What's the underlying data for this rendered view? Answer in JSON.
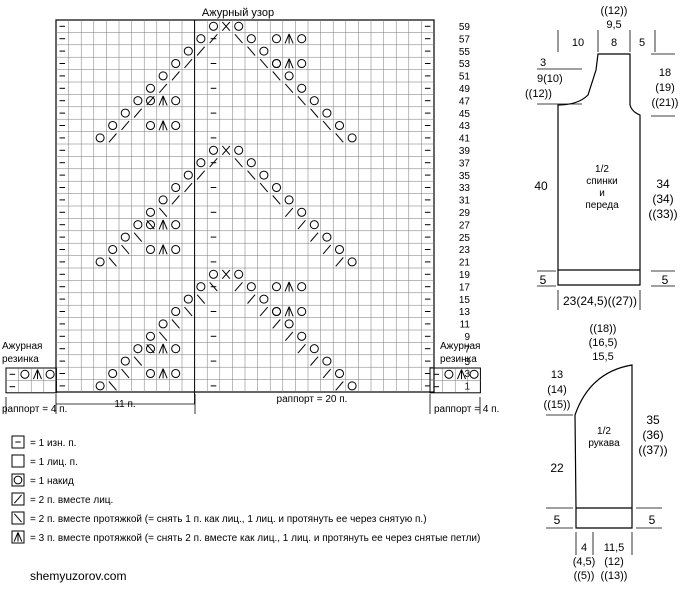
{
  "chart": {
    "title": "Ажурный узор",
    "row_numbers": [
      "59",
      "57",
      "55",
      "53",
      "51",
      "49",
      "47",
      "45",
      "43",
      "41",
      "39",
      "37",
      "35",
      "33",
      "31",
      "29",
      "27",
      "25",
      "23",
      "21",
      "19",
      "17",
      "15",
      "13",
      "11",
      "9",
      "7",
      "5",
      "3",
      "1"
    ],
    "side_label": [
      "Ажурная",
      "резинка"
    ],
    "side_label_right": [
      "Ажурная",
      "резинка"
    ],
    "rapport_left": "раппорт = 4 п.",
    "rapport_mid": "раппорт = 20 п.",
    "rapport_right": "раппорт = 4 п.",
    "span_11": "11 п."
  },
  "legend": [
    {
      "symbol": "purl",
      "text": "= 1 изн. п."
    },
    {
      "symbol": "knit",
      "text": "= 1 лиц. п."
    },
    {
      "symbol": "yo",
      "text": "= 1 накид"
    },
    {
      "symbol": "k2tog",
      "text": "= 2 п. вместе лиц."
    },
    {
      "symbol": "ssk",
      "text": "= 2 п. вместе протяжкой (= снять 1 п. как лиц., 1 лиц. и протянуть ее через снятую п.)"
    },
    {
      "symbol": "s2kp",
      "text": "= 3 п. вместе протяжкой (= снять 2 п. вместе как лиц., 1 лиц. и протянуть ее через снятые петли)"
    }
  ],
  "site": "shemyuzorov.com",
  "body_schematic": {
    "top_labels": [
      "((12))",
      "9,5"
    ],
    "top_segments": [
      "10",
      "8",
      "5"
    ],
    "left_marks": [
      "3",
      "9(10)",
      "((12))"
    ],
    "right_marks": [
      "18",
      "(19)",
      "((21))"
    ],
    "left_length": "40",
    "right_length": [
      "34",
      "(34)",
      "((33))"
    ],
    "center_text": [
      "1/2",
      "спинки",
      "и",
      "переда"
    ],
    "rib_left": "5",
    "rib_right": "5",
    "bottom_width": "23(24,5)((27))"
  },
  "sleeve_schematic": {
    "top_labels": [
      "((18))",
      "(16,5)",
      "15,5"
    ],
    "left_cap": [
      "13",
      "(14)",
      "((15))"
    ],
    "right_length": [
      "35",
      "(36)",
      "((37))"
    ],
    "center_text": [
      "1/2",
      "рукава"
    ],
    "left_length": "22",
    "rib_left": "5",
    "rib_right": "5",
    "bottom_labels": [
      [
        "4",
        "(4,5)",
        "((5))"
      ],
      [
        "11,5",
        "(12)",
        "((13))"
      ]
    ]
  }
}
